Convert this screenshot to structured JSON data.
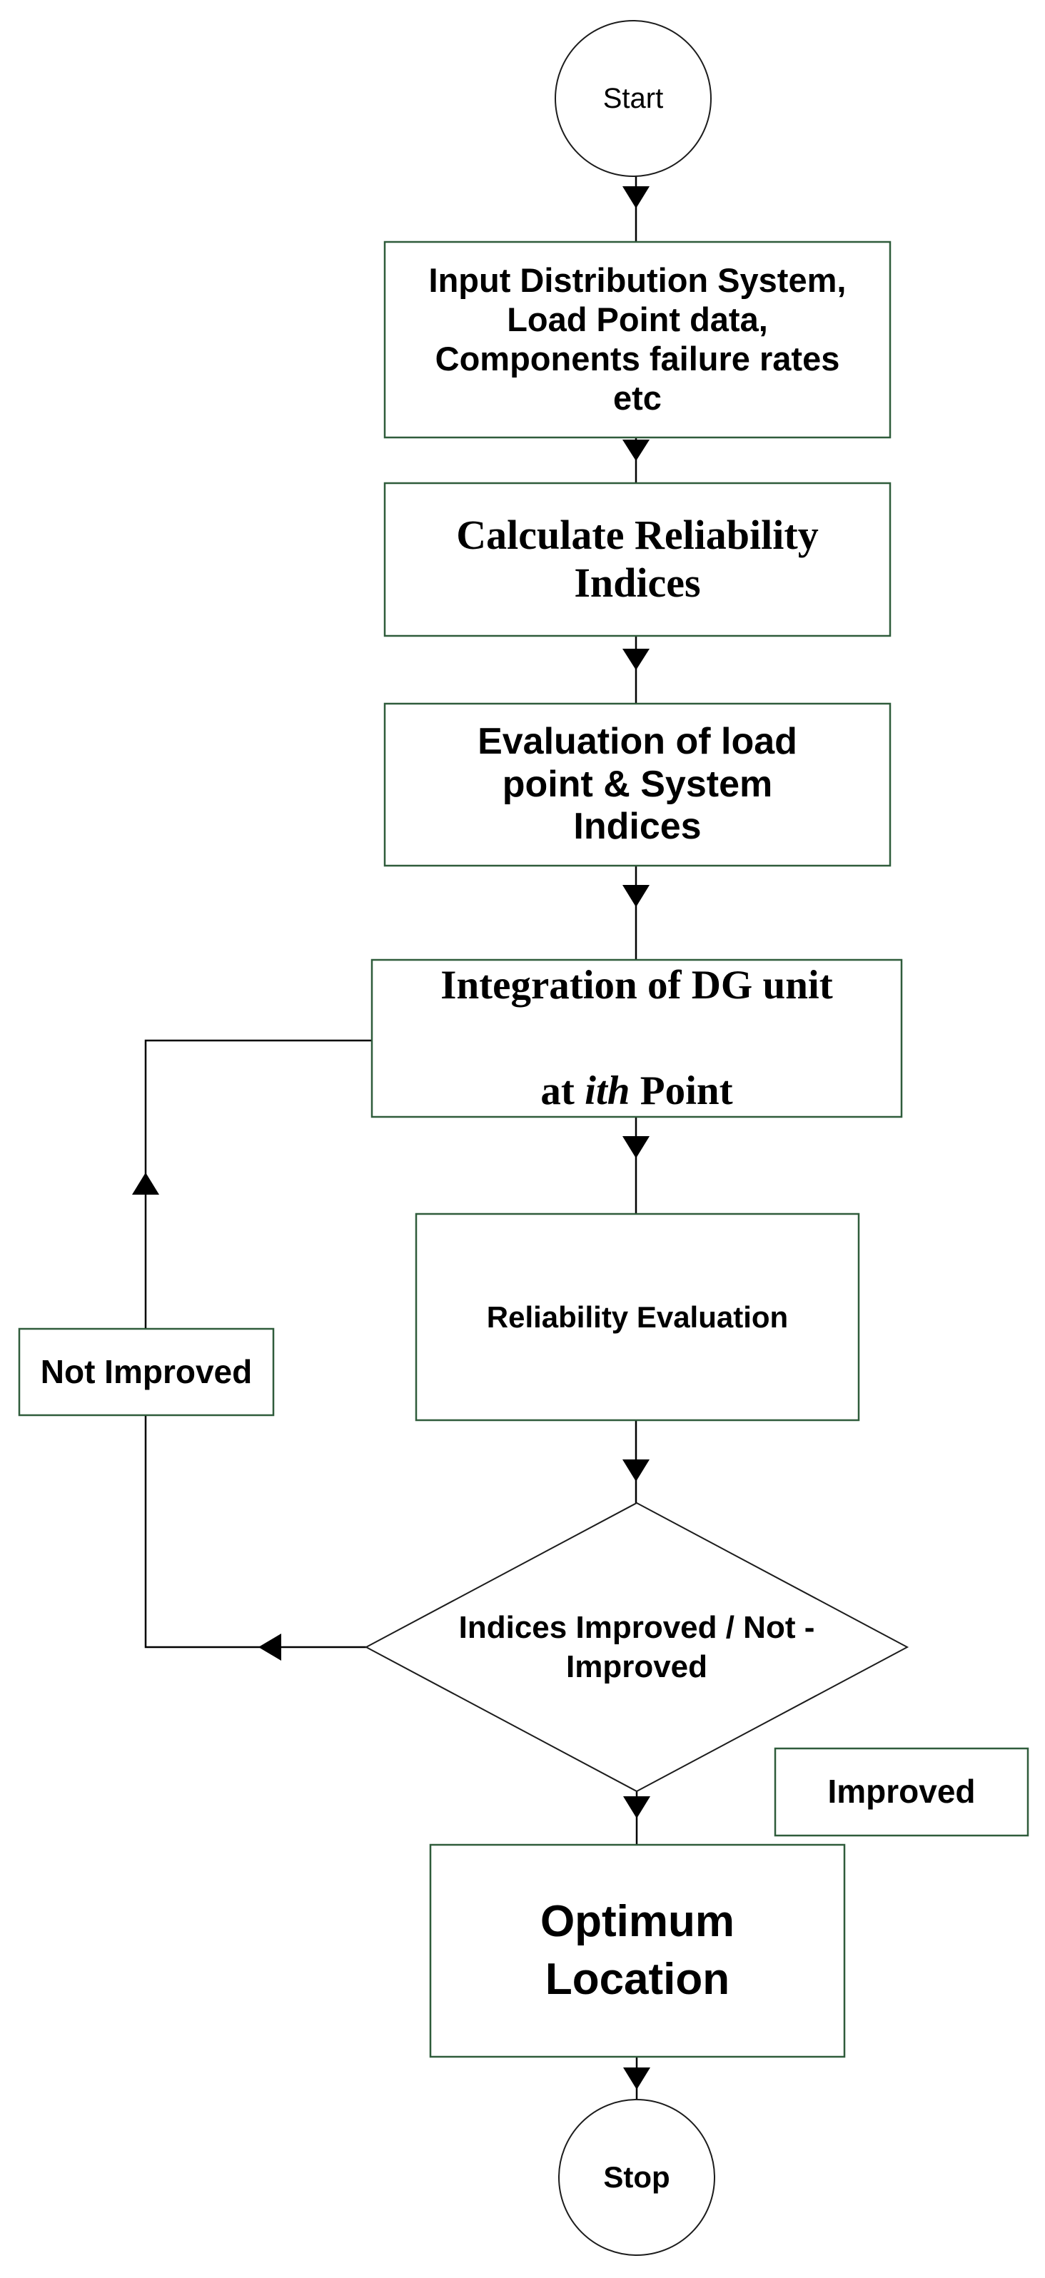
{
  "diagram_title": "DG unit optimum location reliability flowchart",
  "colors": {
    "box_border_green": "#2f5c3b",
    "line_black": "#000000",
    "background": "#ffffff"
  },
  "nodes": {
    "start": {
      "type": "terminator",
      "label": "Start"
    },
    "input": {
      "type": "process",
      "label": "Input Distribution System,\nLoad Point data,\nComponents failure rates\netc"
    },
    "calculate": {
      "type": "process",
      "label": "Calculate Reliability\nIndices"
    },
    "evaluation": {
      "type": "process",
      "label": "Evaluation of load\npoint & System\nIndices"
    },
    "integration": {
      "type": "process",
      "line1": "Integration of DG unit",
      "line2_prefix": "at ",
      "line2_italic": "ith",
      "line2_suffix": " Point"
    },
    "reliability": {
      "type": "process",
      "label": "Reliability Evaluation"
    },
    "decision": {
      "type": "decision",
      "label": "Indices Improved / Not -\nImproved"
    },
    "not_improved": {
      "type": "branch-label",
      "label": "Not Improved"
    },
    "improved": {
      "type": "branch-label",
      "label": "Improved"
    },
    "optimum": {
      "type": "process",
      "label": "Optimum\nLocation"
    },
    "stop": {
      "type": "terminator",
      "label": "Stop"
    }
  }
}
